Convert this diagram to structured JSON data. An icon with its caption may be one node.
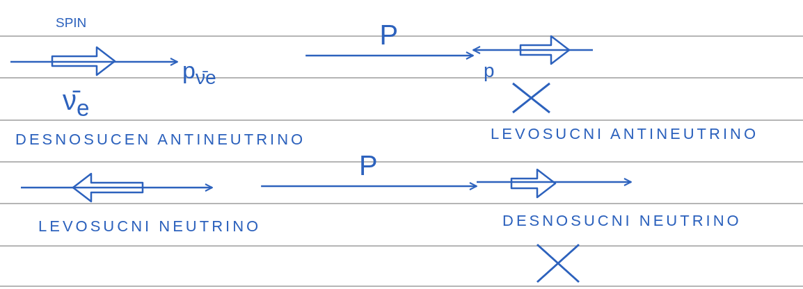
{
  "diagram": {
    "nodes": [
      {
        "text": [
          "DESNOSUCEN ANTINEUTRINO"
        ]
      },
      {
        "text": [
          "LEVOSUCNI ANTINEUTRINO"
        ]
      },
      {
        "text": [
          "LEVOSUCNI NEUTRINO"
        ]
      },
      {
        "text": [
          "DESNOSUCNI NEUTRINO"
        ]
      }
    ],
    "edges": [
      {
        "from": 0,
        "to": 1,
        "arrow": "to",
        "label": "P"
      },
      {
        "from": 2,
        "to": 3,
        "arrow": "to",
        "label": "P"
      }
    ],
    "labels": [
      "SPIN",
      "p$_{ν̄e}$",
      "ν̄$_{e}$",
      "p"
    ]
  }
}
